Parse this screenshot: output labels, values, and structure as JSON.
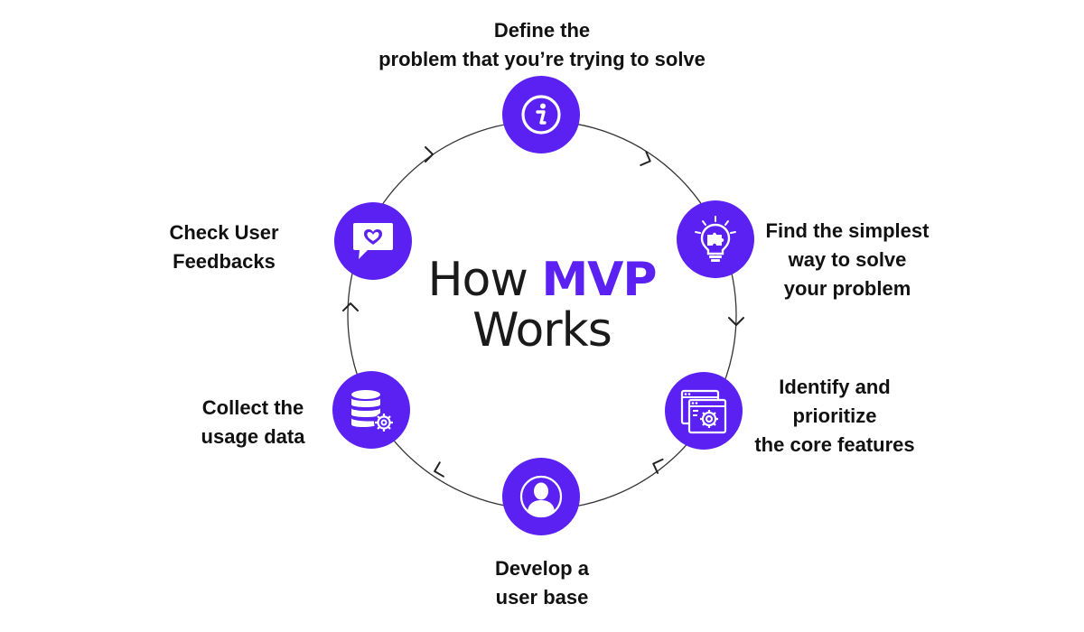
{
  "diagram": {
    "title_part1": "How",
    "title_accent": "MVP",
    "title_part2": "Works",
    "accent_color": "#5b21f2",
    "steps": [
      {
        "icon": "info-icon",
        "lines": [
          "Define the",
          "problem that you’re trying to solve"
        ]
      },
      {
        "icon": "lightbulb-puzzle-icon",
        "lines": [
          "Find the simplest",
          "way to solve",
          "your problem"
        ]
      },
      {
        "icon": "browser-gear-icon",
        "lines": [
          "Identify and",
          "prioritize",
          "the core features"
        ]
      },
      {
        "icon": "user-icon",
        "lines": [
          "Develop a",
          "user base"
        ]
      },
      {
        "icon": "database-gear-icon",
        "lines": [
          "Collect the",
          "usage data"
        ]
      },
      {
        "icon": "chat-heart-icon",
        "lines": [
          "Check User",
          "Feedbacks"
        ]
      }
    ]
  }
}
